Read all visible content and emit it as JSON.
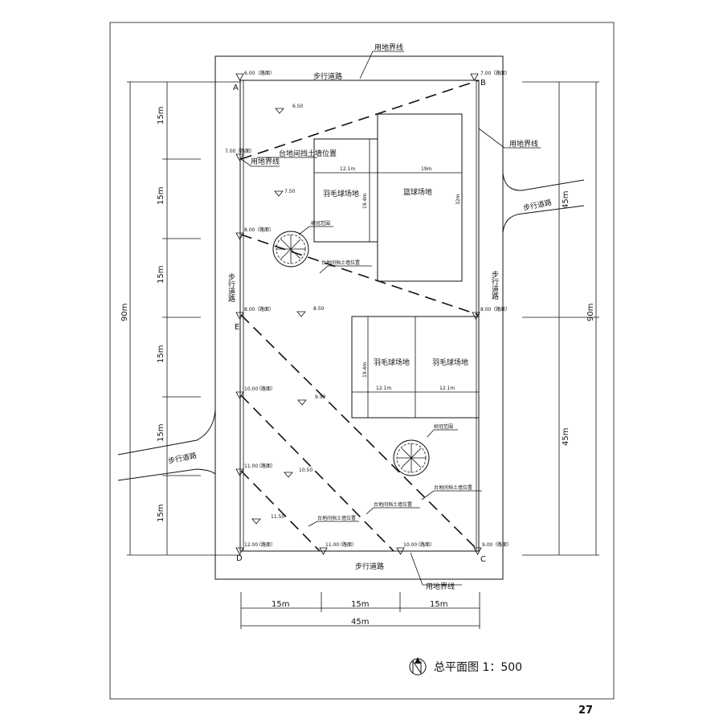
{
  "boundary_label": "用地界线",
  "walkway_label": "步行道路",
  "retaining_wall_label": "台地间挡土墙位置",
  "crown_label": "树冠范围",
  "road_tag": "（路面）",
  "corners": {
    "a": "A",
    "b": "B",
    "c": "C",
    "d": "D",
    "e": "E"
  },
  "courts": {
    "badminton": "羽毛球场地",
    "basketball": "篮球场地",
    "dims": {
      "w12": "12.1m",
      "w19": "19m",
      "h19": "19.4m",
      "h32": "32m"
    }
  },
  "elevations": {
    "a": "6.00",
    "b": "7.00",
    "left_mid": "7.00",
    "upper": "8.00",
    "e": "8.00",
    "f": "8.00",
    "left_low": "10.00",
    "left_lower": "11.00",
    "d": "12.00",
    "bottom_mid": "11.00",
    "bottom_right": "10.00",
    "c": "9.00",
    "inner_1": "6.50",
    "inner_2": "7.50",
    "inner_3": "8.50",
    "inner_4": "9.50",
    "inner_5": "10.50",
    "inner_6": "11.50"
  },
  "dimensions": {
    "d15": "15m",
    "d45": "45m",
    "d90": "90m"
  },
  "title": "总平面图 1：500",
  "page_number": "27"
}
